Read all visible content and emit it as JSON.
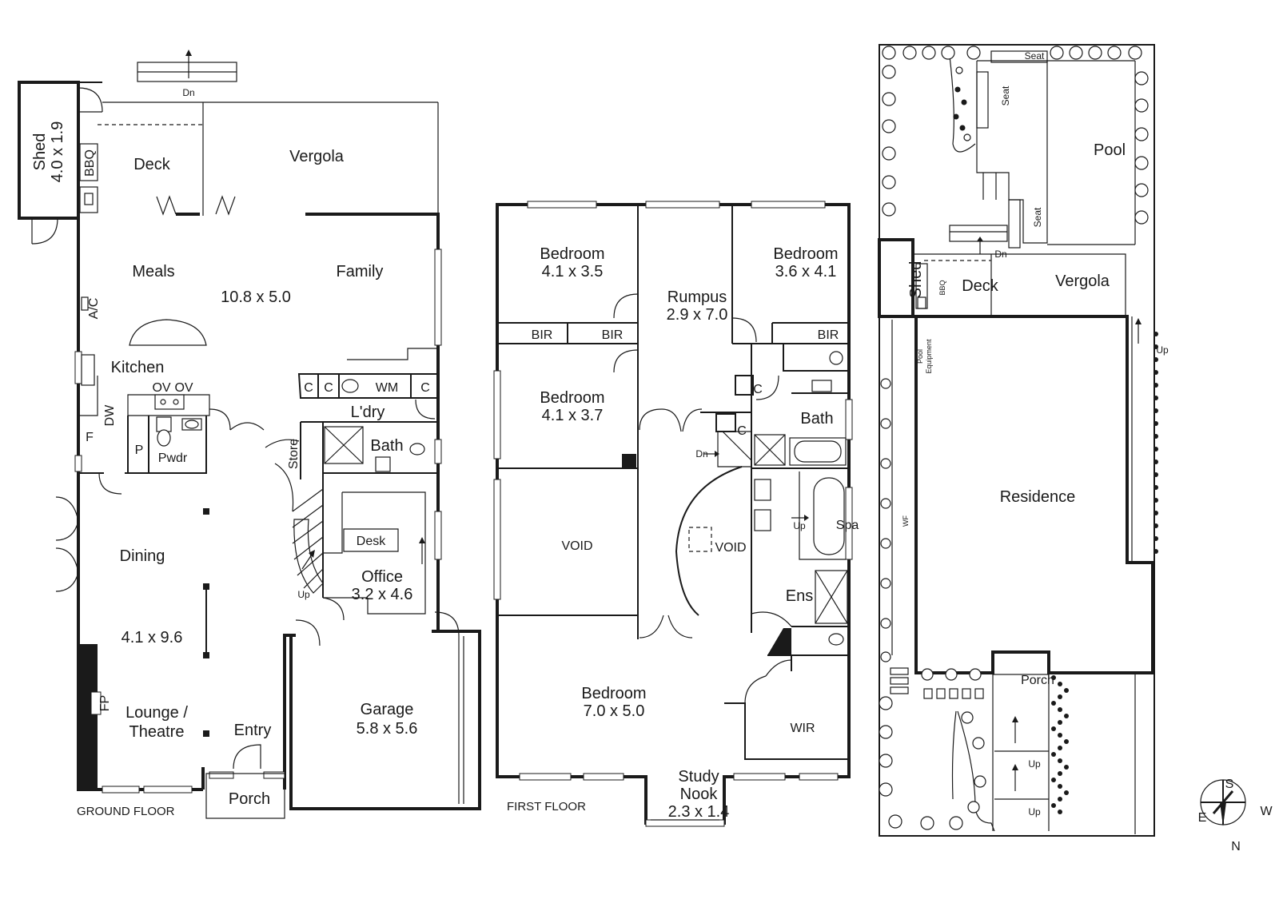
{
  "ground_floor": {
    "caption": "GROUND FLOOR",
    "shed": {
      "name": "Shed",
      "size": "4.0 x 1.9"
    },
    "bbq": "BBQ",
    "deck": "Deck",
    "vergola": "Vergola",
    "down": "Dn",
    "meals": "Meals",
    "family": "Family",
    "meals_family_size": "10.8 x 5.0",
    "ac": "A/C",
    "kitchen": "Kitchen",
    "ov1": "OV",
    "ov2": "OV",
    "dw": "DW",
    "fridge": "F",
    "pantry": "P",
    "powder": "Pwdr",
    "cupboard1": "C",
    "cupboard2": "C",
    "washing_machine": "WM",
    "cupboard3": "C",
    "laundry": "L'dry",
    "store": "Store",
    "bath": "Bath",
    "dining": "Dining",
    "dining_size": "4.1 x 9.6",
    "desk": "Desk",
    "office": {
      "name": "Office",
      "size": "3.2 x 4.6"
    },
    "stair_up": "Up",
    "fireplace": "FP",
    "lounge": {
      "line1": "Lounge /",
      "line2": "Theatre"
    },
    "entry": "Entry",
    "garage": {
      "name": "Garage",
      "size": "5.8 x 5.6"
    },
    "porch": "Porch"
  },
  "first_floor": {
    "caption": "FIRST FLOOR",
    "bedroom1": {
      "name": "Bedroom",
      "size": "4.1 x 3.5"
    },
    "rumpus": {
      "name": "Rumpus",
      "size": "2.9 x 7.0"
    },
    "bedroom2": {
      "name": "Bedroom",
      "size": "3.6 x 4.1"
    },
    "bir1": "BIR",
    "bir2": "BIR",
    "bir3": "BIR",
    "bedroom3": {
      "name": "Bedroom",
      "size": "4.1 x 3.7"
    },
    "cupboard1": "C",
    "cupboard2": "C",
    "bath": "Bath",
    "stair_down": "Dn",
    "void1": "VOID",
    "void2": "VOID",
    "spa_up": "Up",
    "spa": "Spa",
    "ensuite": "Ens",
    "master": {
      "name": "Bedroom",
      "size": "7.0 x 5.0"
    },
    "wir": "WIR",
    "study": {
      "line1": "Study",
      "line2": "Nook",
      "size": "2.3 x 1.4"
    }
  },
  "site_plan": {
    "seat1": "Seat",
    "seat2": "Seat",
    "seat3": "Seat",
    "pool": "Pool",
    "down": "Dn",
    "shed": "Shed",
    "bbq": "BBQ",
    "deck": "Deck",
    "vergola": "Vergola",
    "up1": "Up",
    "pool_equipment_1": "Pool",
    "pool_equipment_2": "Equipment",
    "wf": "WF",
    "residence": "Residence",
    "porch": "Porch",
    "up2": "Up",
    "up3": "Up"
  },
  "compass": {
    "north": "N",
    "south": "S",
    "east": "E",
    "west": "W"
  }
}
